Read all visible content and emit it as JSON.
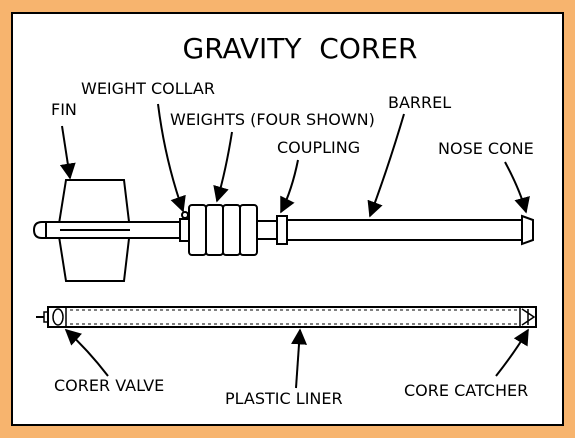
{
  "title": "GRAVITY  CORER",
  "labels": {
    "fin": "FIN",
    "weight_collar": "WEIGHT COLLAR",
    "weights": "WEIGHTS (FOUR SHOWN)",
    "coupling": "COUPLING",
    "barrel": "BARREL",
    "nose_cone": "NOSE CONE",
    "corer_valve": "CORER VALVE",
    "plastic_liner": "PLASTIC LINER",
    "core_catcher": "CORE CATCHER"
  },
  "colors": {
    "border": "#f7b46e",
    "panel": "#ffffff",
    "ink": "#000000"
  }
}
